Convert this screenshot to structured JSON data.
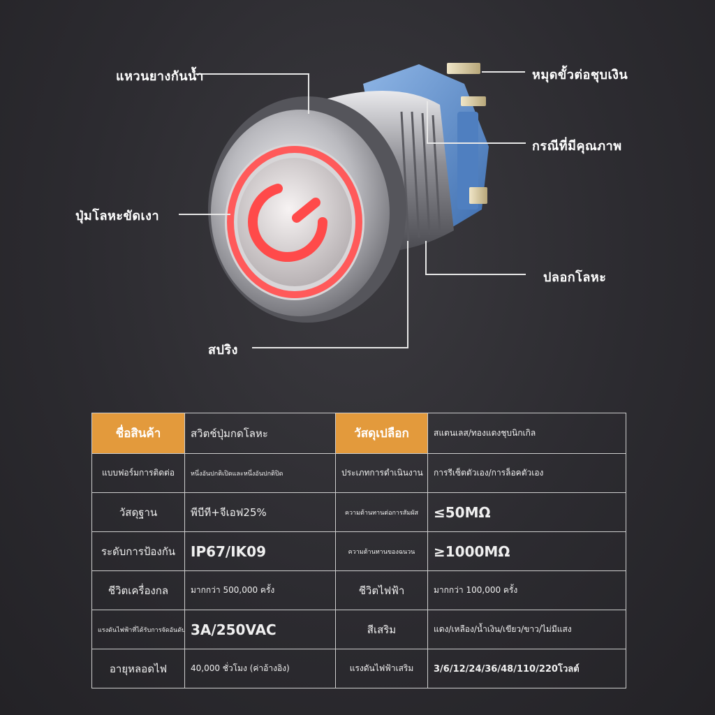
{
  "callouts": {
    "gasket": "แหวนยางกันน้ำ",
    "terminal": "หมุดขั้วต่อชุบเงิน",
    "quality_case": "กรณีที่มีคุณภาพ",
    "metal_button": "ปุ่มโลหะขัดเงา",
    "metal_sleeve": "ปลอกโลหะ",
    "spring": "สปริง"
  },
  "specs": {
    "rows": [
      {
        "k1": "ชื่อสินค้า",
        "v1": "สวิตช์ปุ่มกดโลหะ",
        "k2": "วัสดุเปลือก",
        "v2": "สแตนเลส/ทองแดงชุบนิกเกิล"
      },
      {
        "k1": "แบบฟอร์มการติดต่อ",
        "v1": "หนึ่งอันปกติเปิดและหนึ่งอันปกติปิด",
        "k2": "ประเภทการดำเนินงาน",
        "v2": "การรีเซ็ตตัวเอง/การล็อคตัวเอง"
      },
      {
        "k1": "วัสดุฐาน",
        "v1": "พีบีที+จีเอฟ25%",
        "k2": "ความต้านทานต่อการสัมผัส",
        "v2": "≤50MΩ"
      },
      {
        "k1": "ระดับการป้องกัน",
        "v1": "IP67/IK09",
        "k2": "ความต้านทานของฉนวน",
        "v2": "≥1000MΩ"
      },
      {
        "k1": "ชีวิตเครื่องกล",
        "v1": "มากกว่า 500,000 ครั้ง",
        "k2": "ชีวิตไฟฟ้า",
        "v2": "มากกว่า 100,000 ครั้ง"
      },
      {
        "k1": "แรงดันไฟฟ้าที่ได้รับการจัดอันดับ",
        "v1": "3A/250VAC",
        "k2": "สีเสริม",
        "v2": "แดง/เหลือง/น้ำเงิน/เขียว/ขาว/ไม่มีแสง"
      },
      {
        "k1": "อายุหลอดไฟ",
        "v1": "40,000 ชั่วโมง (ค่าอ้างอิง)",
        "k2": "แรงดันไฟฟ้าเสริม",
        "v2": "3/6/12/24/36/48/110/220โวลต์"
      }
    ]
  },
  "colors": {
    "highlight": "#e39a3c",
    "led_ring": "#ff5a5a",
    "housing_blue": "#5f8fcf",
    "steel": "#c9c9cc"
  },
  "icons": {
    "power": "power-icon"
  }
}
